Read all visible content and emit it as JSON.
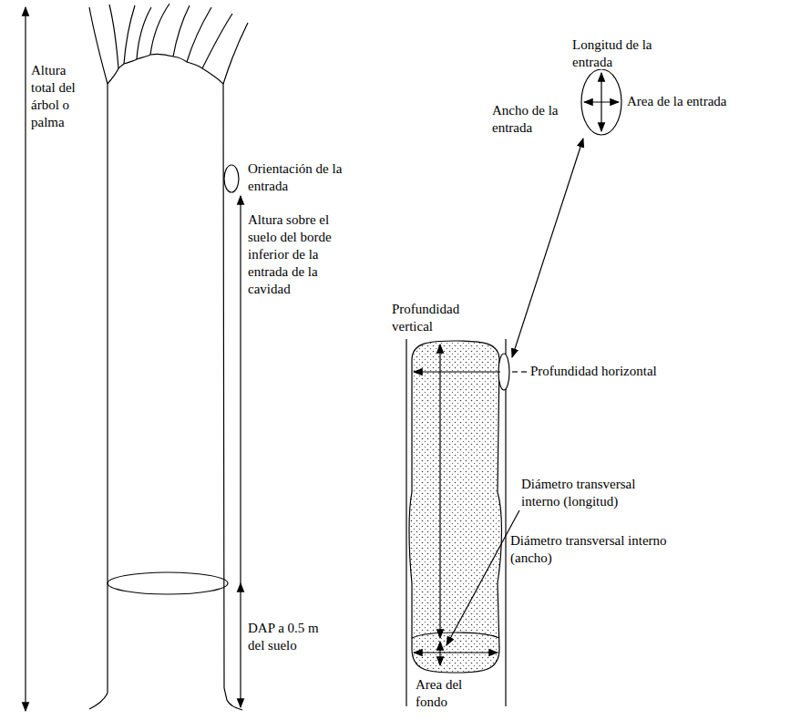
{
  "diagram": {
    "labels": [
      "Altura total del árbol o palma",
      "Orientación de la entrada",
      "Altura sobre el suelo del borde inferior de la entrada de la cavidad",
      "DAP a 0.5 m del suelo",
      "Longitud de la entrada",
      "Ancho de la entrada",
      "Area de la entrada",
      "Profundidad vertical",
      "Profundidad horizontal",
      "Diámetro transversal interno (longitud)",
      "Diámetro transversal interno (ancho)",
      "Area del fondo"
    ]
  }
}
